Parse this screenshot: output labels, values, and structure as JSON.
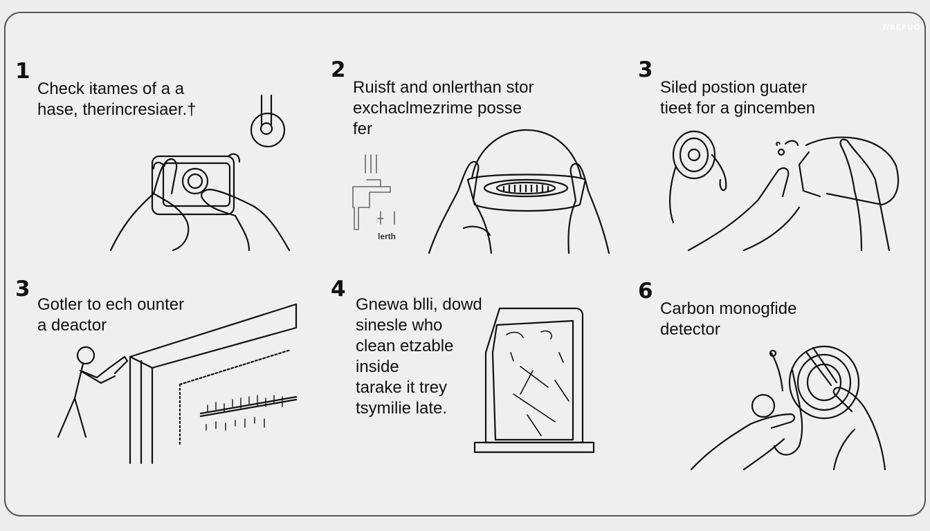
{
  "watermark": "7/BEPUO",
  "steps": [
    {
      "number": "1",
      "lines": [
        "Check iŧames of a a",
        "hase, therincresiaer.†"
      ]
    },
    {
      "number": "2",
      "lines": [
        "Ruisft and onlerthan stor",
        "exchaclmezrime posse",
        "fer"
      ],
      "faucet_label": "lerth"
    },
    {
      "number": "3",
      "lines": [
        "Siled postion guater",
        "tieeŧ for a gincemben"
      ]
    },
    {
      "number": "3",
      "lines": [
        "Gotler to ech ounter",
        "a deactor"
      ]
    },
    {
      "number": "4",
      "lines": [
        "Gnewa blli, dowd",
        "sinesle who",
        "clean etzable",
        "inside",
        "tarake it trey",
        "tsymilie late."
      ]
    },
    {
      "number": "6",
      "lines": [
        "Carbon monogfide",
        "detector"
      ]
    }
  ]
}
